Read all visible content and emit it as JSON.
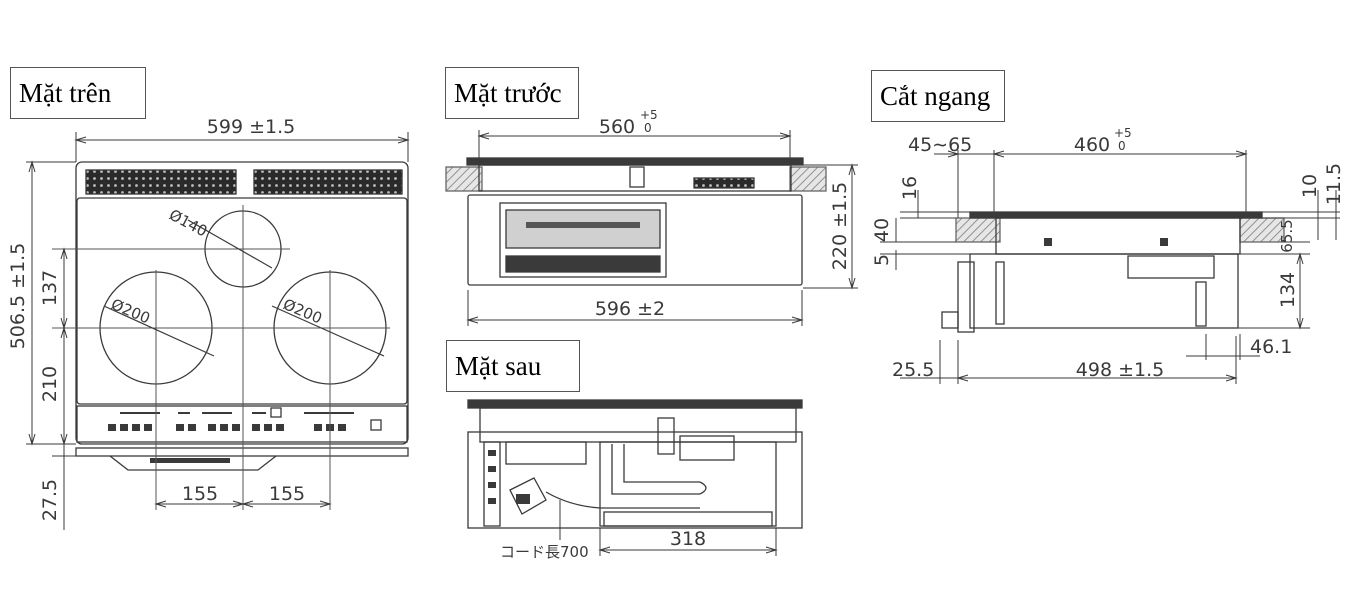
{
  "views": {
    "top": {
      "title": "Mặt trên",
      "dim_width": "599 ±1.5",
      "dim_depth": "506.5 ±1.5",
      "dim_137": "137",
      "dim_210": "210",
      "dim_27_5": "27.5",
      "dim_155_left": "155",
      "dim_155_right": "155",
      "burner_top": "Ø140",
      "burner_left": "Ø200",
      "burner_right": "Ø200"
    },
    "front": {
      "title": "Mặt trước",
      "dim_560_base": "560",
      "dim_560_sup": "+5",
      "dim_560_sub": "0",
      "dim_596": "596 ±2",
      "dim_220": "220 ±1.5"
    },
    "back": {
      "title": "Mặt sau",
      "dim_318": "318",
      "cord_label": "コード長700"
    },
    "section": {
      "title": "Cắt ngang",
      "dim_45_65": "45∼65",
      "dim_460_base": "460",
      "dim_460_sup": "+5",
      "dim_460_sub": "0",
      "dim_16": "16",
      "dim_40": "40",
      "dim_5": "5",
      "dim_10": "10",
      "dim_11_5": "11.5",
      "dim_65_5": "65.5",
      "dim_134": "134",
      "dim_46_1": "46.1",
      "dim_25_5": "25.5",
      "dim_498": "498 ±1.5"
    }
  },
  "colors": {
    "line": "#3a3a3a",
    "hatch": "#8a8a8a"
  }
}
